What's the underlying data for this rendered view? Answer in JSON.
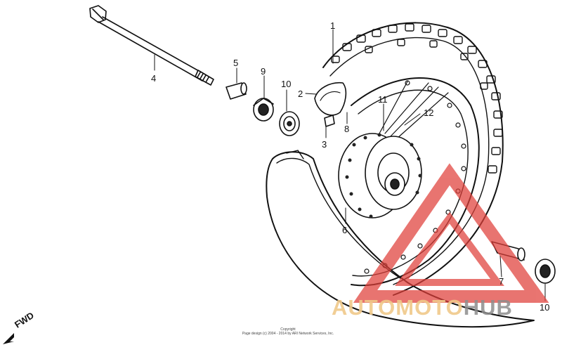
{
  "diagram": {
    "callouts": {
      "c1": "1",
      "c2": "2",
      "c3": "3",
      "c4": "4",
      "c5": "5",
      "c6": "6",
      "c7": "7",
      "c8": "8",
      "c9": "9",
      "c10a": "10",
      "c10b": "10",
      "c11": "11",
      "c12": "12"
    },
    "direction": "FWD",
    "copyright": {
      "line1": "Copyright",
      "line2": "Page design (c) 2004 - 2014 by ARI Network Services, Inc."
    }
  },
  "watermark": {
    "part1": "AUTOMOTO",
    "part2": "HUB",
    "colors": {
      "triangle": "#e0403a",
      "text_primary": "#f0c98a",
      "text_secondary": "#8e8e8e"
    }
  }
}
